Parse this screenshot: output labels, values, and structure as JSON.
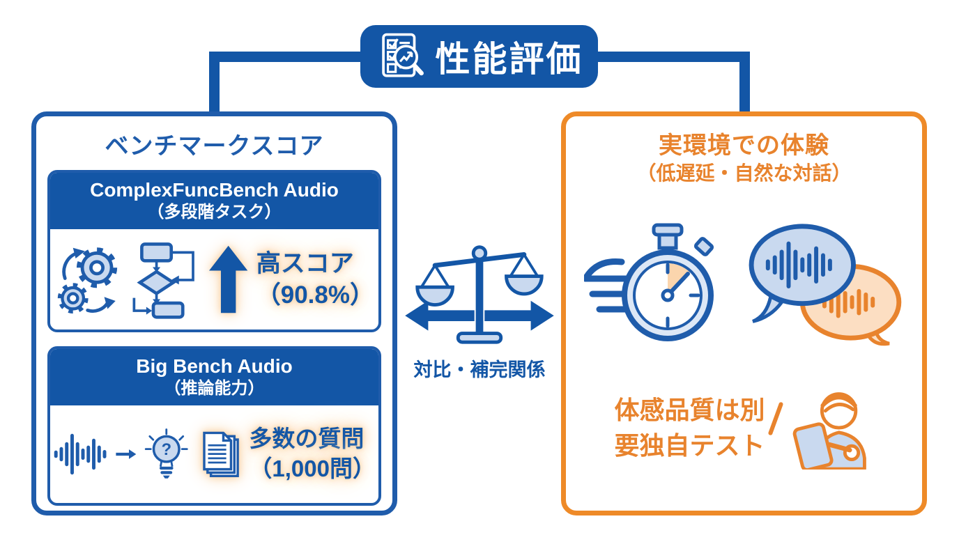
{
  "header": {
    "title": "性能評価"
  },
  "benchmark_panel": {
    "title": "ベンチマークスコア",
    "cards": [
      {
        "name_line1": "ComplexFuncBench Audio",
        "name_line2": "（多段階タスク）",
        "icons": [
          "gears-icon",
          "flowchart-icon",
          "arrow-up-icon"
        ],
        "result_line1": "高スコア",
        "result_line2": "（90.8%）"
      },
      {
        "name_line1": "Big Bench Audio",
        "name_line2": "（推論能力）",
        "icons": [
          "waveform-icon",
          "arrow-right-icon",
          "lightbulb-question-icon",
          "documents-icon"
        ],
        "result_line1": "多数の質問",
        "result_line2": "（1,000問）"
      }
    ]
  },
  "comparison": {
    "label": "対比・補完関係",
    "icon": "balance-scale-icon"
  },
  "experience_panel": {
    "title_line1": "実環境での体験",
    "title_line2": "（低遅延・自然な対話）",
    "icons": [
      "winged-stopwatch-icon",
      "speech-bubbles-waveform-icon"
    ],
    "note_line1": "体感品質は別",
    "note_separator": "／",
    "note_line2": "要独自テスト",
    "note_icon": "person-with-phone-icon"
  },
  "colors": {
    "blue": "#1356a6",
    "blue_stroke": "#1f5cab",
    "light_blue": "#c9d9ef",
    "orange_text": "#e8832d",
    "orange_border": "#ee8a28",
    "light_orange": "#fcdec2",
    "glow": "#f8cf9f"
  }
}
